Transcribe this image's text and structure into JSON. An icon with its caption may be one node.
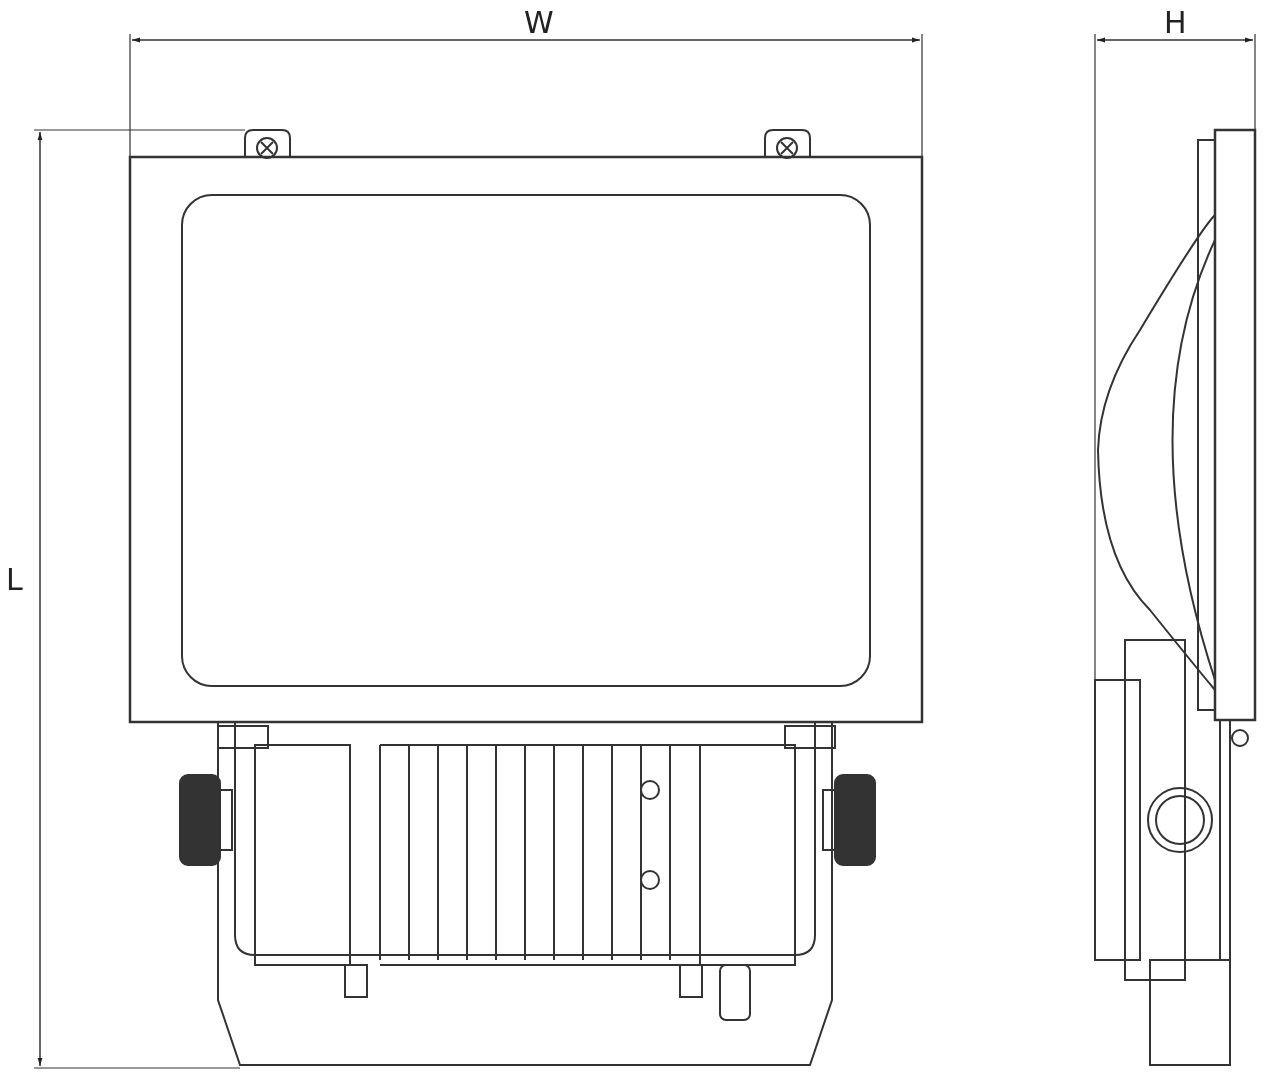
{
  "diagram": {
    "labels": [
      "W",
      "H",
      "L"
    ]
  }
}
